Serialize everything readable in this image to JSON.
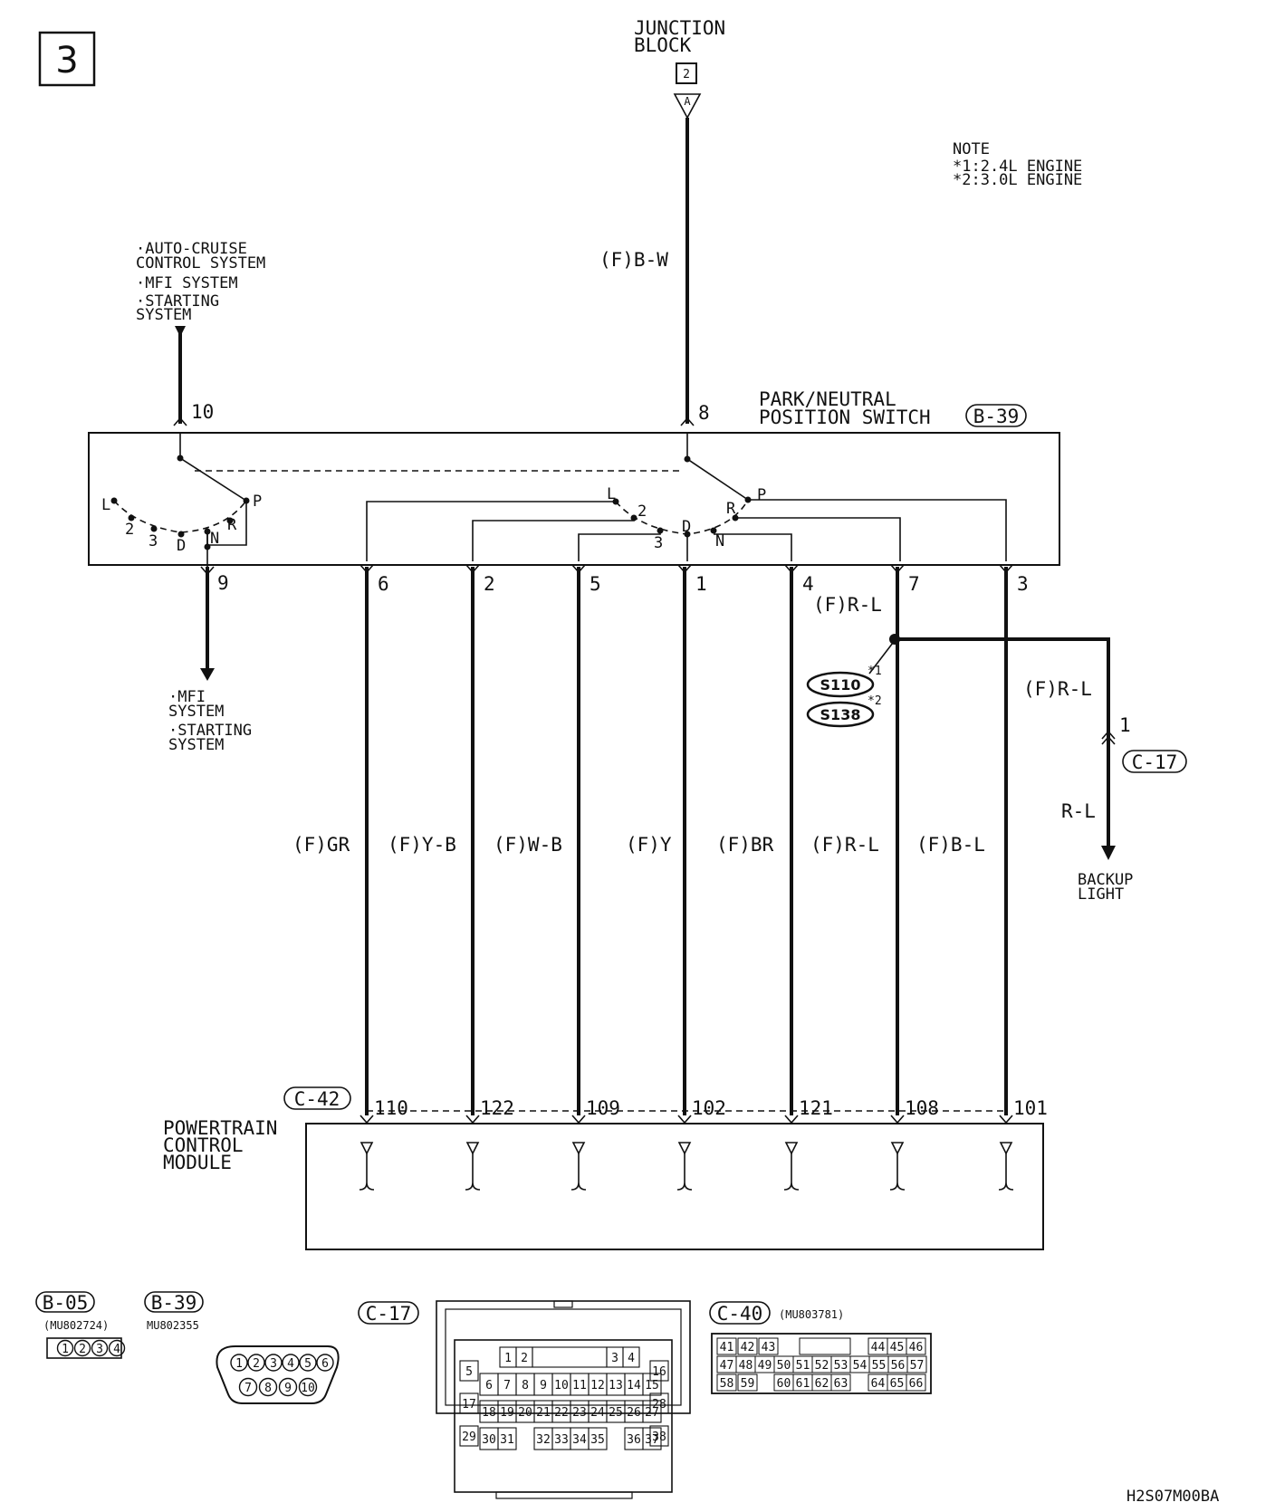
{
  "page_number": "3",
  "junction_block": {
    "title_1": "JUNCTION",
    "title_2": "BLOCK",
    "connector": "2",
    "pin": "A"
  },
  "note": {
    "title": "NOTE",
    "line_1": "*1:2.4L ENGINE",
    "line_2": "*2:3.0L ENGINE"
  },
  "top_left_systems": [
    "·AUTO-CRUISE",
    " CONTROL SYSTEM",
    "·MFI SYSTEM",
    "·STARTING",
    " SYSTEM"
  ],
  "wire_bw": "(F)B-W",
  "switch": {
    "title_1": "PARK/NEUTRAL",
    "title_2": "POSITION SWITCH",
    "connector": "B-39"
  },
  "switch_pins_top": [
    "10",
    "8"
  ],
  "left_positions": [
    "L",
    "2",
    "3",
    "D",
    "N",
    "R",
    "P"
  ],
  "right_positions": [
    "L",
    "2",
    "3",
    "D",
    "N",
    "R",
    "P"
  ],
  "bottom_pin_9": "9",
  "bottom_left_systems": [
    "·MFI",
    " SYSTEM",
    "·STARTING",
    " SYSTEM"
  ],
  "wires": [
    {
      "pin": "6",
      "color": "(F)GR",
      "pcm_pin": "110"
    },
    {
      "pin": "2",
      "color": "(F)Y-B",
      "pcm_pin": "122"
    },
    {
      "pin": "5",
      "color": "(F)W-B",
      "pcm_pin": "109"
    },
    {
      "pin": "1",
      "color": "(F)Y",
      "pcm_pin": "102"
    },
    {
      "pin": "4",
      "color": "(F)BR",
      "pcm_pin": "121"
    },
    {
      "pin": "7",
      "color": "(F)R-L",
      "pcm_pin": "108"
    },
    {
      "pin": "3",
      "color": "(F)B-L",
      "pcm_pin": "101"
    }
  ],
  "pin7_wire_upper": "(F)R-L",
  "splices": [
    {
      "id": "S110",
      "mark": "*1"
    },
    {
      "id": "S138",
      "mark": "*2"
    }
  ],
  "backup": {
    "wire_upper": "(F)R-L",
    "pin": "1",
    "connector": "C-17",
    "wire_lower": "R-L",
    "label_1": "BACKUP",
    "label_2": "LIGHT"
  },
  "pcm": {
    "connector": "C-42",
    "title_1": "POWERTRAIN",
    "title_2": "CONTROL",
    "title_3": "MODULE"
  },
  "connectors": {
    "b05": {
      "id": "B-05",
      "part": "(MU802724)",
      "pins": [
        "1",
        "2",
        "3",
        "4"
      ]
    },
    "b39": {
      "id": "B-39",
      "part": "MU802355",
      "pins_top": [
        "1",
        "2",
        "3",
        "4",
        "5",
        "6"
      ],
      "pins_bottom": [
        "7",
        "8",
        "9",
        "10"
      ]
    },
    "c17": {
      "id": "C-17"
    },
    "c40": {
      "id": "C-40",
      "part": "(MU803781)"
    }
  },
  "c17_pins": {
    "row1": [
      "1",
      "2",
      "3",
      "4"
    ],
    "row2": [
      "6",
      "7",
      "8",
      "9",
      "10",
      "11",
      "12",
      "13",
      "14",
      "15"
    ],
    "row3": [
      "18",
      "19",
      "20",
      "21",
      "22",
      "23",
      "24",
      "25",
      "26",
      "27"
    ],
    "row4": [
      "30",
      "31",
      "32",
      "33",
      "34",
      "35",
      "36",
      "37"
    ],
    "left": [
      "5",
      "17",
      "29"
    ],
    "right": [
      "16",
      "28",
      "38"
    ]
  },
  "c40_pins": {
    "row1_left": [
      "41",
      "42",
      "43"
    ],
    "row1_right": [
      "44",
      "45",
      "46"
    ],
    "row2": [
      "47",
      "48",
      "49",
      "50",
      "51",
      "52",
      "53",
      "54",
      "55",
      "56",
      "57"
    ],
    "row3_left": [
      "58",
      "59"
    ],
    "row3_mid": [
      "60",
      "61",
      "62",
      "63"
    ],
    "row3_right": [
      "64",
      "65",
      "66"
    ]
  },
  "figure_code": "H2S07M00BA"
}
